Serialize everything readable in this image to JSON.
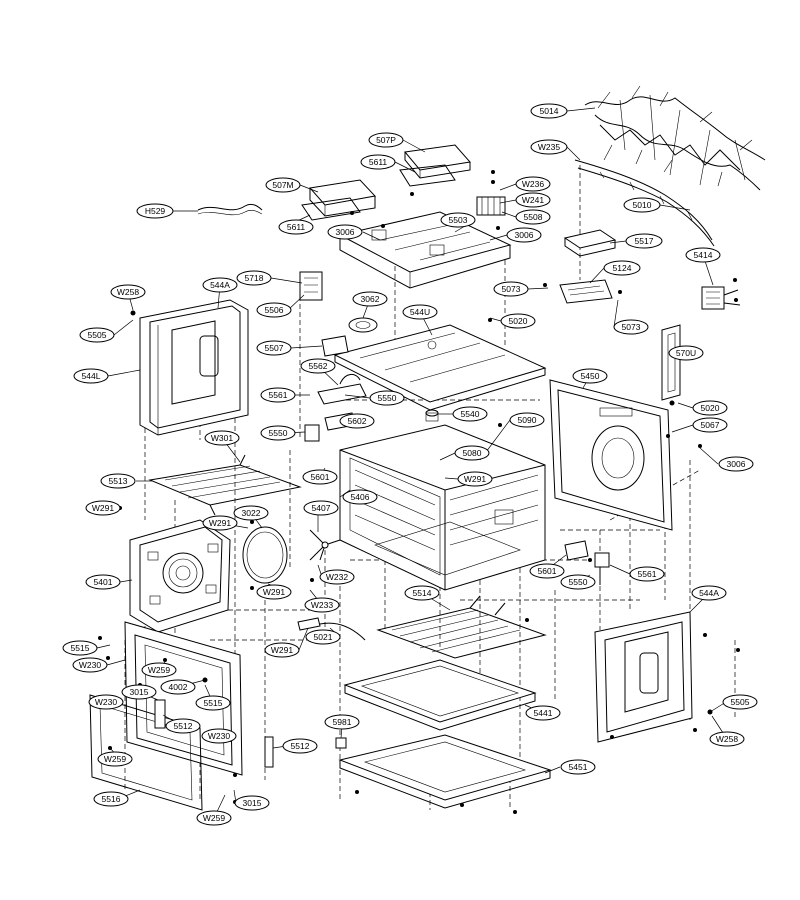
{
  "labels": {
    "5014": "5014",
    "w235": "W235",
    "507p": "507P",
    "5611a": "5611",
    "w236": "W236",
    "w241": "W241",
    "5508": "5508",
    "507m": "507M",
    "h529": "H529",
    "5611b": "5611",
    "3006a": "3006",
    "5503": "5503",
    "3006b": "3006",
    "5010": "5010",
    "5517": "5517",
    "5414": "5414",
    "5718": "5718",
    "544a_top": "544A",
    "w258a": "W258",
    "5506": "5506",
    "3062": "3062",
    "544u": "544U",
    "5124": "5124",
    "5073a": "5073",
    "5020a": "5020",
    "5073b": "5073",
    "5505a": "5505",
    "544l": "544L",
    "5507": "5507",
    "570u": "570U",
    "5562": "5562",
    "5450": "5450",
    "5561a": "5561",
    "5550a": "5550",
    "5540": "5540",
    "5020b": "5020",
    "5550b": "5550",
    "5602": "5602",
    "5090": "5090",
    "5067": "5067",
    "w301": "W301",
    "5080": "5080",
    "3006c": "3006",
    "5513": "5513",
    "5601a": "5601",
    "w291a": "W291",
    "5406": "5406",
    "w291b": "W291",
    "3022": "3022",
    "5407": "5407",
    "w291c": "W291",
    "5401": "5401",
    "w232": "W232",
    "5601b": "5601",
    "5561b": "5561",
    "5550c": "5550",
    "w291d": "W291",
    "w233": "W233",
    "5514": "5514",
    "544a_bottom": "544A",
    "5515a": "5515",
    "w230a": "W230",
    "w259a": "W259",
    "w291e": "W291",
    "5021": "5021",
    "3015a": "3015",
    "4002": "4002",
    "5515b": "5515",
    "w230b": "W230",
    "5512a": "5512",
    "5441": "5441",
    "5505b": "5505",
    "w230c": "W230",
    "5981": "5981",
    "w258b": "W258",
    "5512b": "5512",
    "w259b": "W259",
    "5451": "5451",
    "5516": "5516",
    "3015b": "3015",
    "w259c": "W259"
  }
}
